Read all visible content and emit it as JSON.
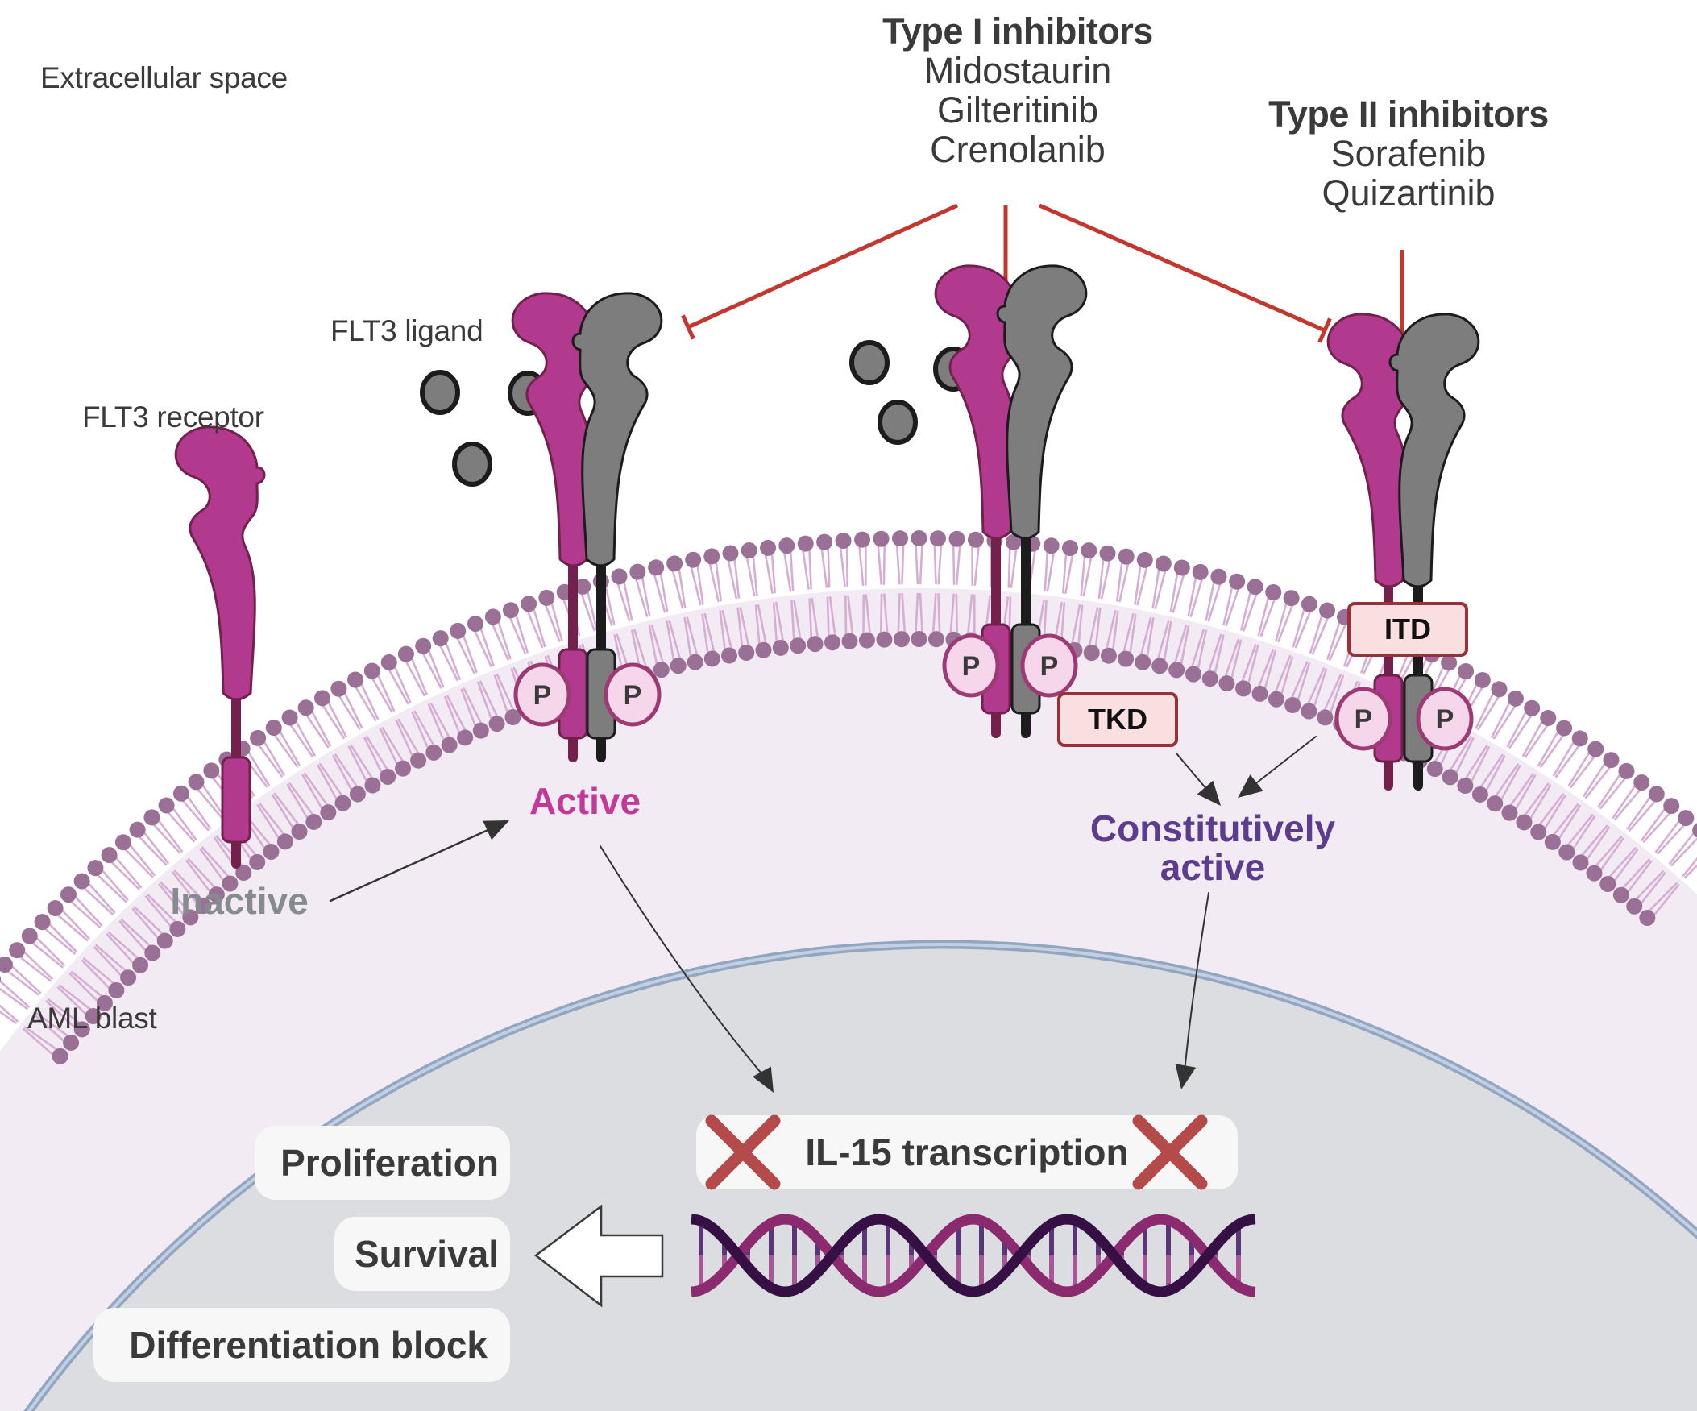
{
  "labels": {
    "extracellular": "Extracellular space",
    "ligand": "FLT3 ligand",
    "receptor": "FLT3 receptor",
    "cell": "AML blast"
  },
  "inhibitors": {
    "type1": {
      "heading": "Type I inhibitors",
      "drugs": [
        "Midostaurin",
        "Gilteritinib",
        "Crenolanib"
      ]
    },
    "type2": {
      "heading": "Type II inhibitors",
      "drugs": [
        "Sorafenib",
        "Quizartinib"
      ]
    }
  },
  "states": {
    "inactive": "Inactive",
    "active": "Active",
    "constitutive_line1": "Constitutively",
    "constitutive_line2": "active"
  },
  "mutations": {
    "tkd": "TKD",
    "itd": "ITD"
  },
  "phospho_label": "P",
  "nucleus": {
    "transcription": "IL-15 transcription",
    "outcomes": [
      "Proliferation",
      "Survival",
      "Differentiation block"
    ]
  },
  "colors": {
    "receptor_magenta": "#b23a8e",
    "receptor_magenta_dark": "#74204c",
    "receptor_gray": "#7d7d7d",
    "inhibition_red": "#c4372f",
    "cross_red": "#b54a4a",
    "membrane_head": "#9b7096",
    "membrane_tail": "#d6aed3",
    "cytoplasm": "#f3ebf4",
    "nucleus": "#dcdde0",
    "nuclear_envelope": "#93a6c0",
    "phospho_fill": "#f6d6ea",
    "dna_strand_a": "#8b2a6e",
    "dna_strand_b": "#361044"
  }
}
